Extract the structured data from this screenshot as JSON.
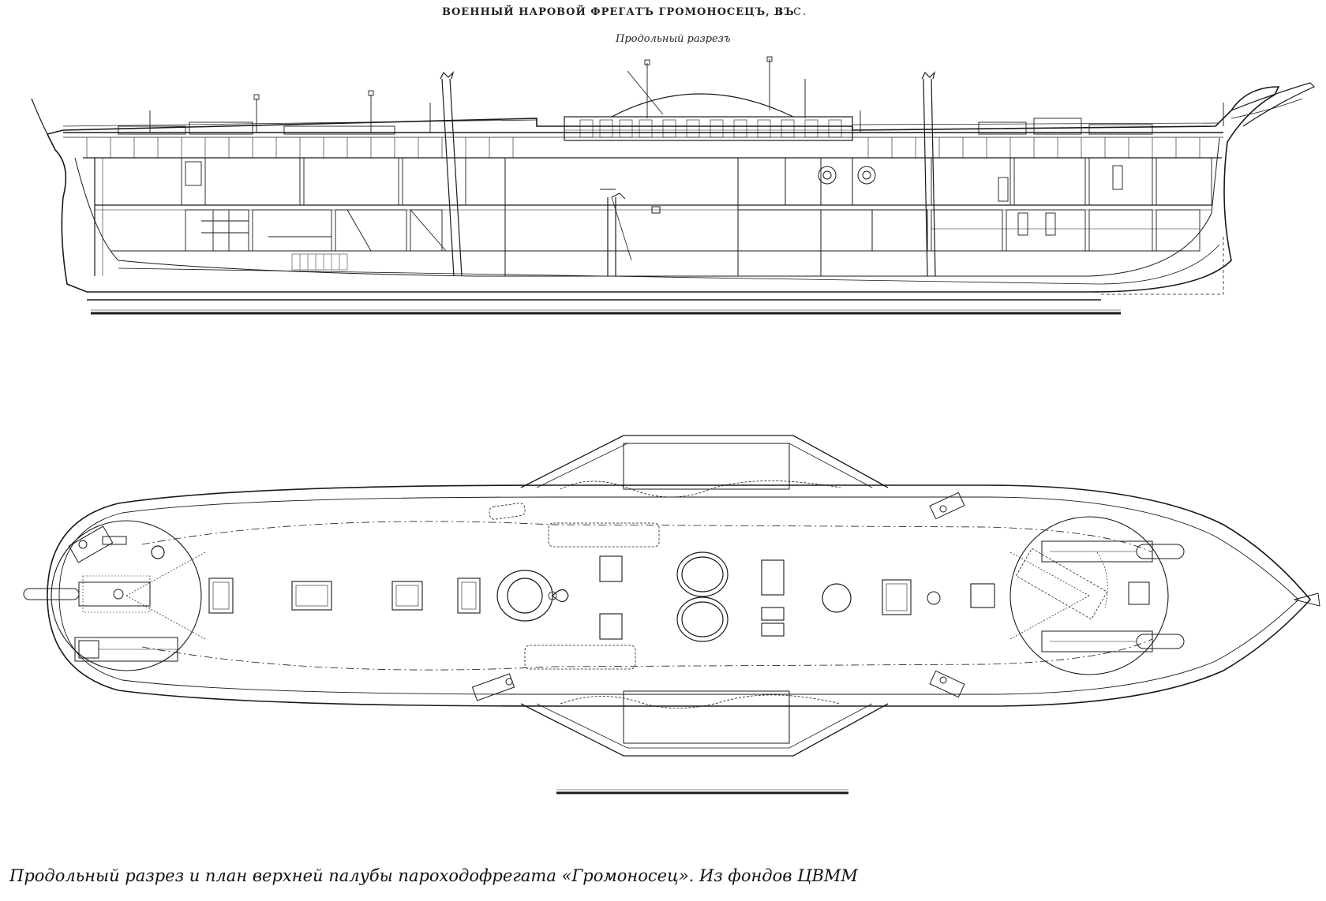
{
  "drawing": {
    "title": "ВОЕННЫЙ НАРОВОЙ ФРЕГАТЪ ГРОМОНОСЕЦЪ, ВЪ",
    "initials": "Л. С.",
    "subtitle": "Продольный разрезъ"
  },
  "caption": "Продольный разрез и план верхней палубы пароходофрегата «Громоносец». Из фондов ЦВММ",
  "colors": {
    "ink": "#1a1a1a",
    "paper": "#ffffff"
  },
  "views": [
    "longitudinal-section",
    "upper-deck-plan"
  ]
}
